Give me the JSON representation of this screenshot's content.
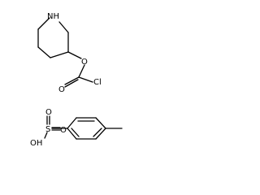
{
  "structures": [
    {
      "id": "piperidinyl-chloroformate",
      "labels": {
        "nh": "NH",
        "o_ester": "O",
        "o_carbonyl": "O",
        "cl": "Cl"
      }
    },
    {
      "id": "p-toluenesulfonic-acid",
      "labels": {
        "s": "S",
        "o_top": "O",
        "o_right": "O",
        "oh": "OH"
      }
    }
  ]
}
